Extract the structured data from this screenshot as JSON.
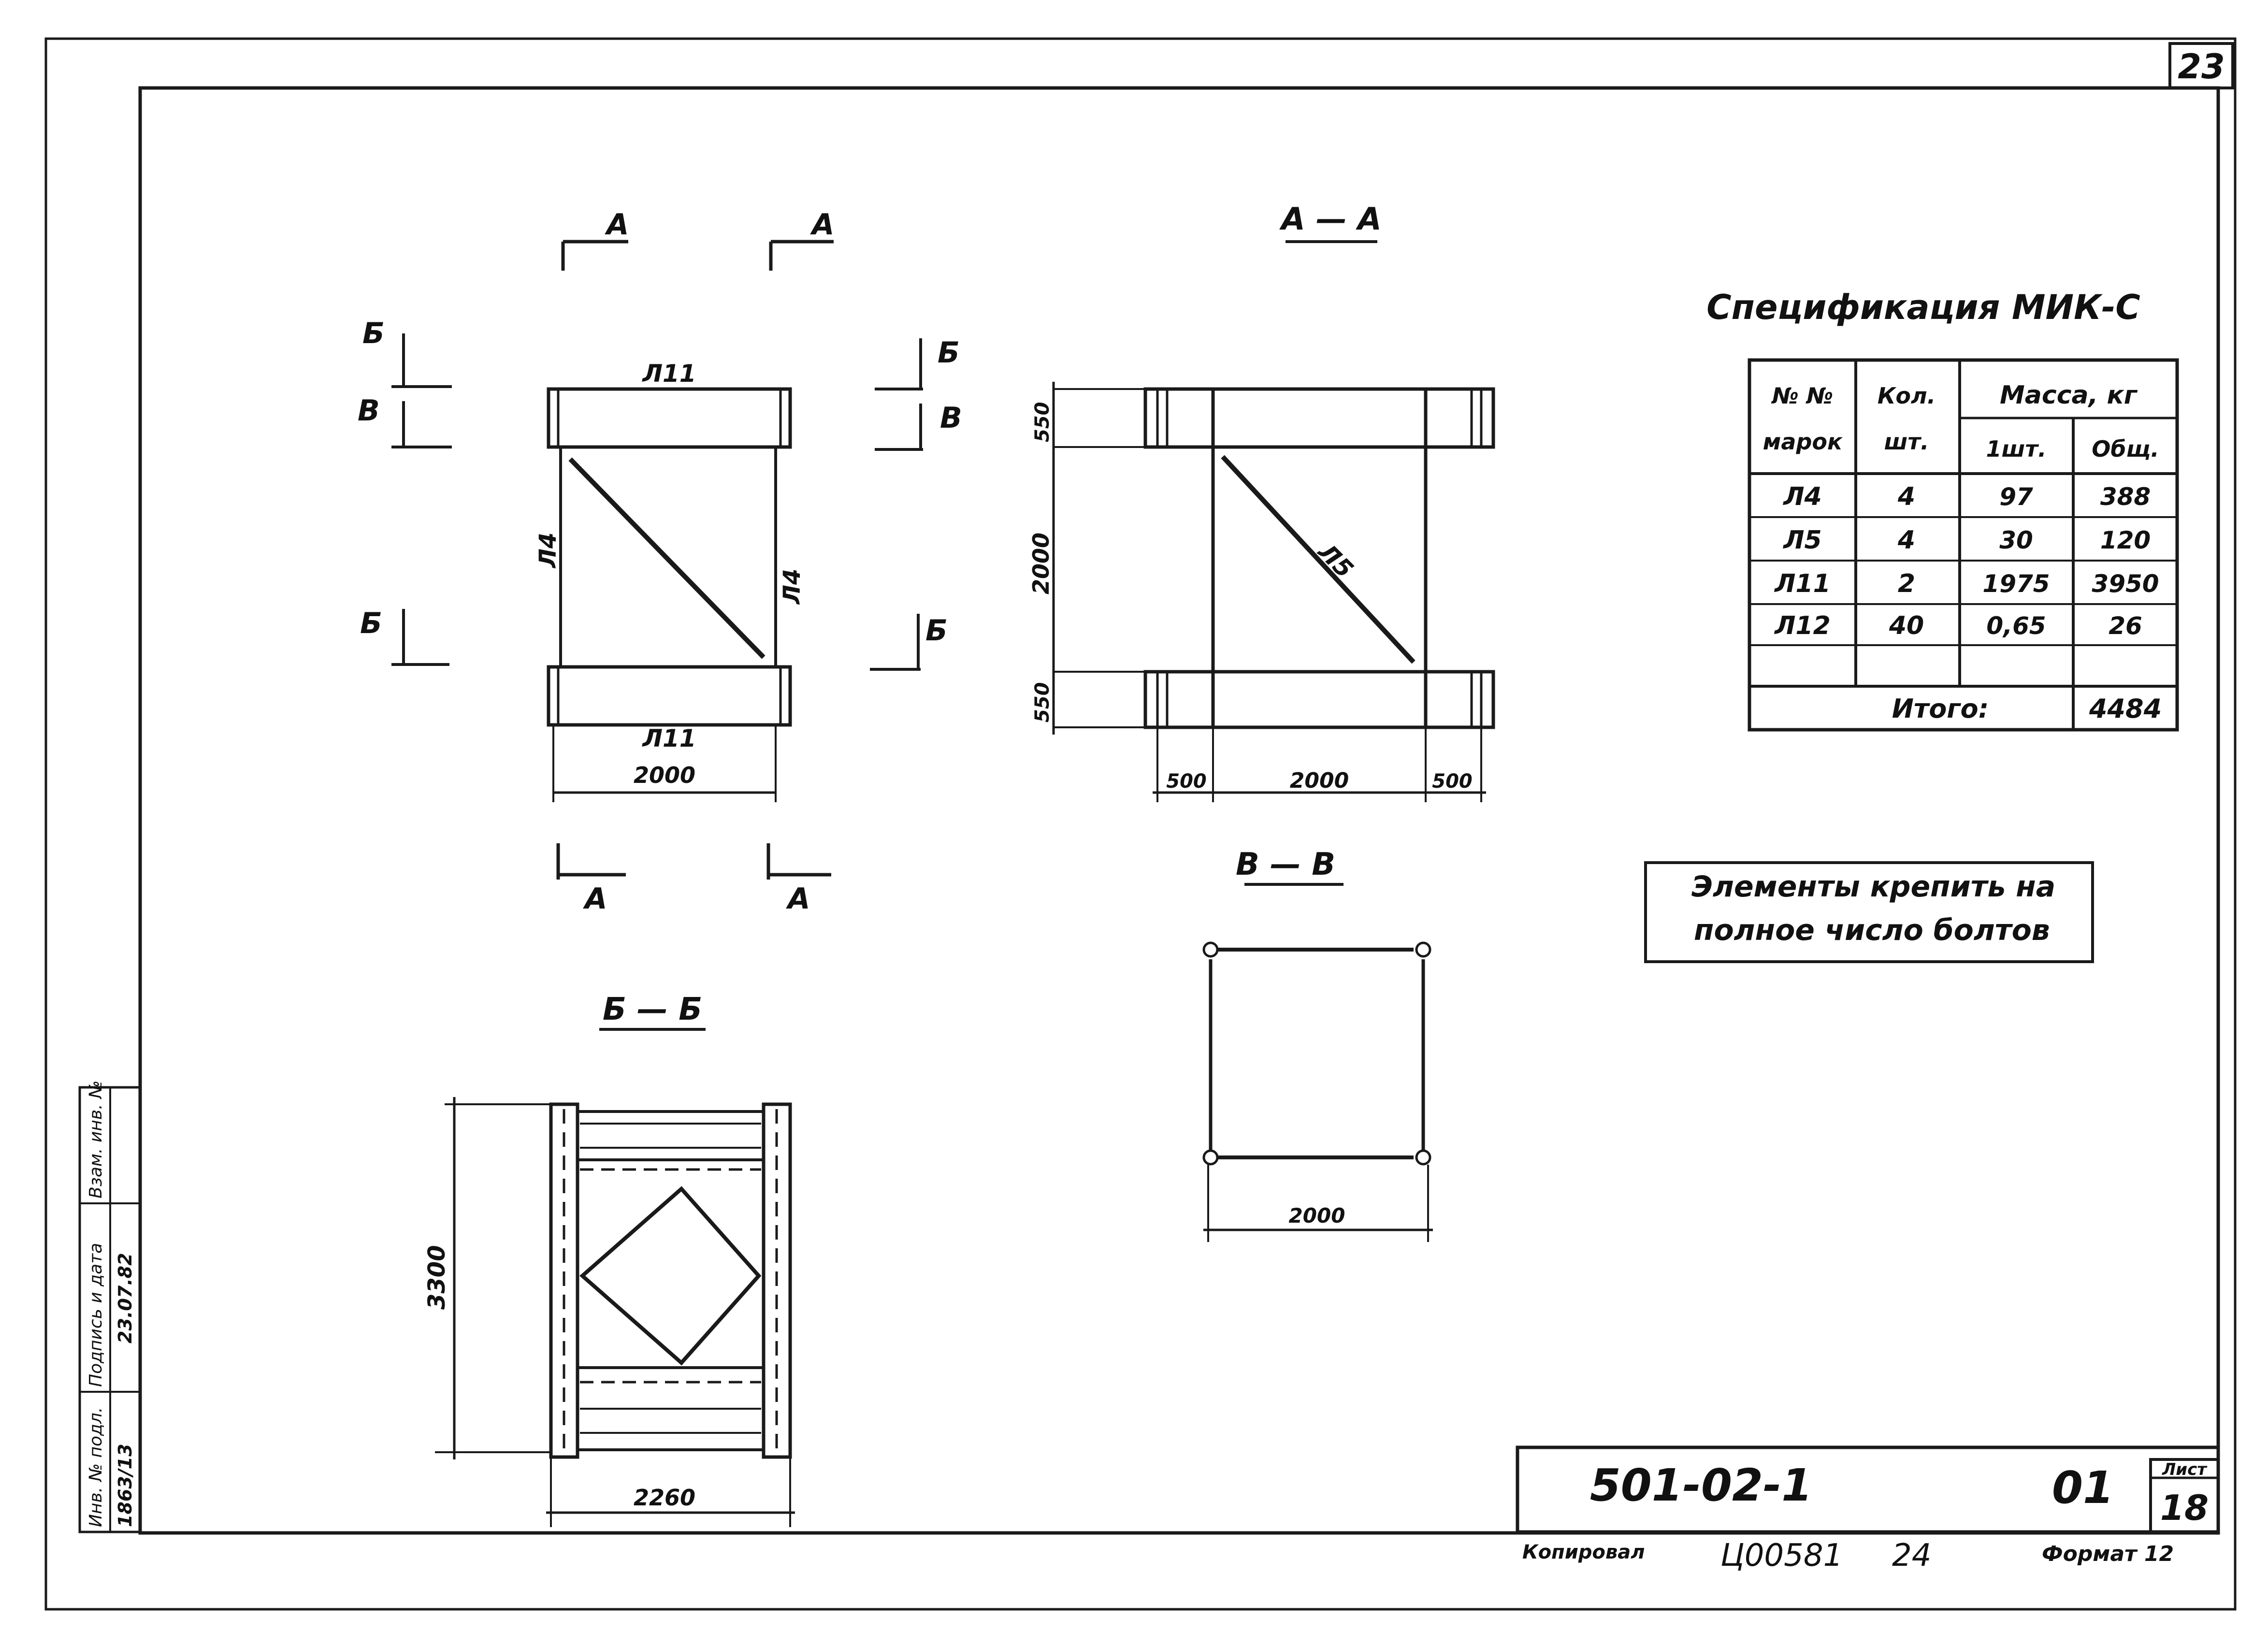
{
  "sheet_corner_number": "23",
  "views": {
    "elevation": {
      "cut_marks": [
        "А",
        "А",
        "А",
        "А"
      ],
      "section_marks_left": [
        "Б",
        "В",
        "Б"
      ],
      "section_marks_right": [
        "Б",
        "В",
        "Б"
      ],
      "top_beam": "Л11",
      "bottom_beam": "Л11",
      "left_post": "Л4",
      "right_post": "Л4",
      "width_dim": "2000"
    },
    "section_aa": {
      "title": "А — А",
      "top_dim": "550",
      "height_dim": "2000",
      "bottom_dim": "550",
      "diagonal": "Л5",
      "dim_left": "500",
      "dim_mid": "2000",
      "dim_right": "500"
    },
    "section_bb": {
      "title": "Б — Б",
      "height_dim": "3300",
      "width_dim": "2260"
    },
    "section_vv": {
      "title": "В — В",
      "width_dim": "2000"
    }
  },
  "spec": {
    "title": "Спецификация МИК-С",
    "headers": {
      "col1_line1": "№ №",
      "col1_line2": "марок",
      "col2_line1": "Кол.",
      "col2_line2": "шт.",
      "mass": "Масса, кг",
      "mass_unit": "1шт.",
      "mass_total": "Общ."
    },
    "rows": [
      {
        "mark": "Л4",
        "qty": "4",
        "unit": "97",
        "total": "388"
      },
      {
        "mark": "Л5",
        "qty": "4",
        "unit": "30",
        "total": "120"
      },
      {
        "mark": "Л11",
        "qty": "2",
        "unit": "1975",
        "total": "3950"
      },
      {
        "mark": "Л12",
        "qty": "40",
        "unit": "0,65",
        "total": "26"
      },
      {
        "mark": "",
        "qty": "",
        "unit": "",
        "total": ""
      }
    ],
    "total_label": "Итого:",
    "total_value": "4484"
  },
  "note": {
    "line1": "Элементы крепить на",
    "line2": "полное число болтов"
  },
  "title_block": {
    "code": "501-02-1",
    "issue": "01",
    "sheet_label": "Лист",
    "sheet_number": "18"
  },
  "footer": {
    "copied_label": "Копировал",
    "copy_id": "Ц00581",
    "copy_num": "24",
    "format_label": "Формат 12"
  },
  "side_stamp": {
    "col1_top": "Инв. № подл.",
    "col1_bottom": "1863/13",
    "col2_top": "Подпись и дата",
    "col2_bottom": "23.07.82",
    "col3_top": "Взам. инв. №"
  }
}
